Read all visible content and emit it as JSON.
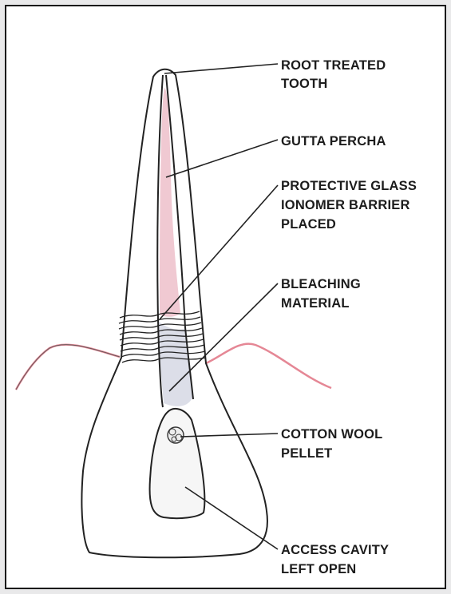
{
  "labels": {
    "root_treated_tooth": [
      "ROOT TREATED",
      "TOOTH"
    ],
    "gutta_percha": [
      "GUTTA PERCHA"
    ],
    "glass_ionomer": [
      "PROTECTIVE GLASS",
      "IONOMER BARRIER",
      "PLACED"
    ],
    "bleaching_material": [
      "BLEACHING",
      "MATERIAL"
    ],
    "cotton_wool": [
      "COTTON WOOL",
      "PELLET"
    ],
    "access_cavity": [
      "ACCESS CAVITY",
      "LEFT OPEN"
    ]
  },
  "colors": {
    "background": "#e9e9ea",
    "panel": "#ffffff",
    "border": "#1a1a1a",
    "outline": "#222222",
    "gutta_percha": "#f0c9d2",
    "gum_line": "#e58795",
    "bleach_fill": "#dcdee8"
  }
}
